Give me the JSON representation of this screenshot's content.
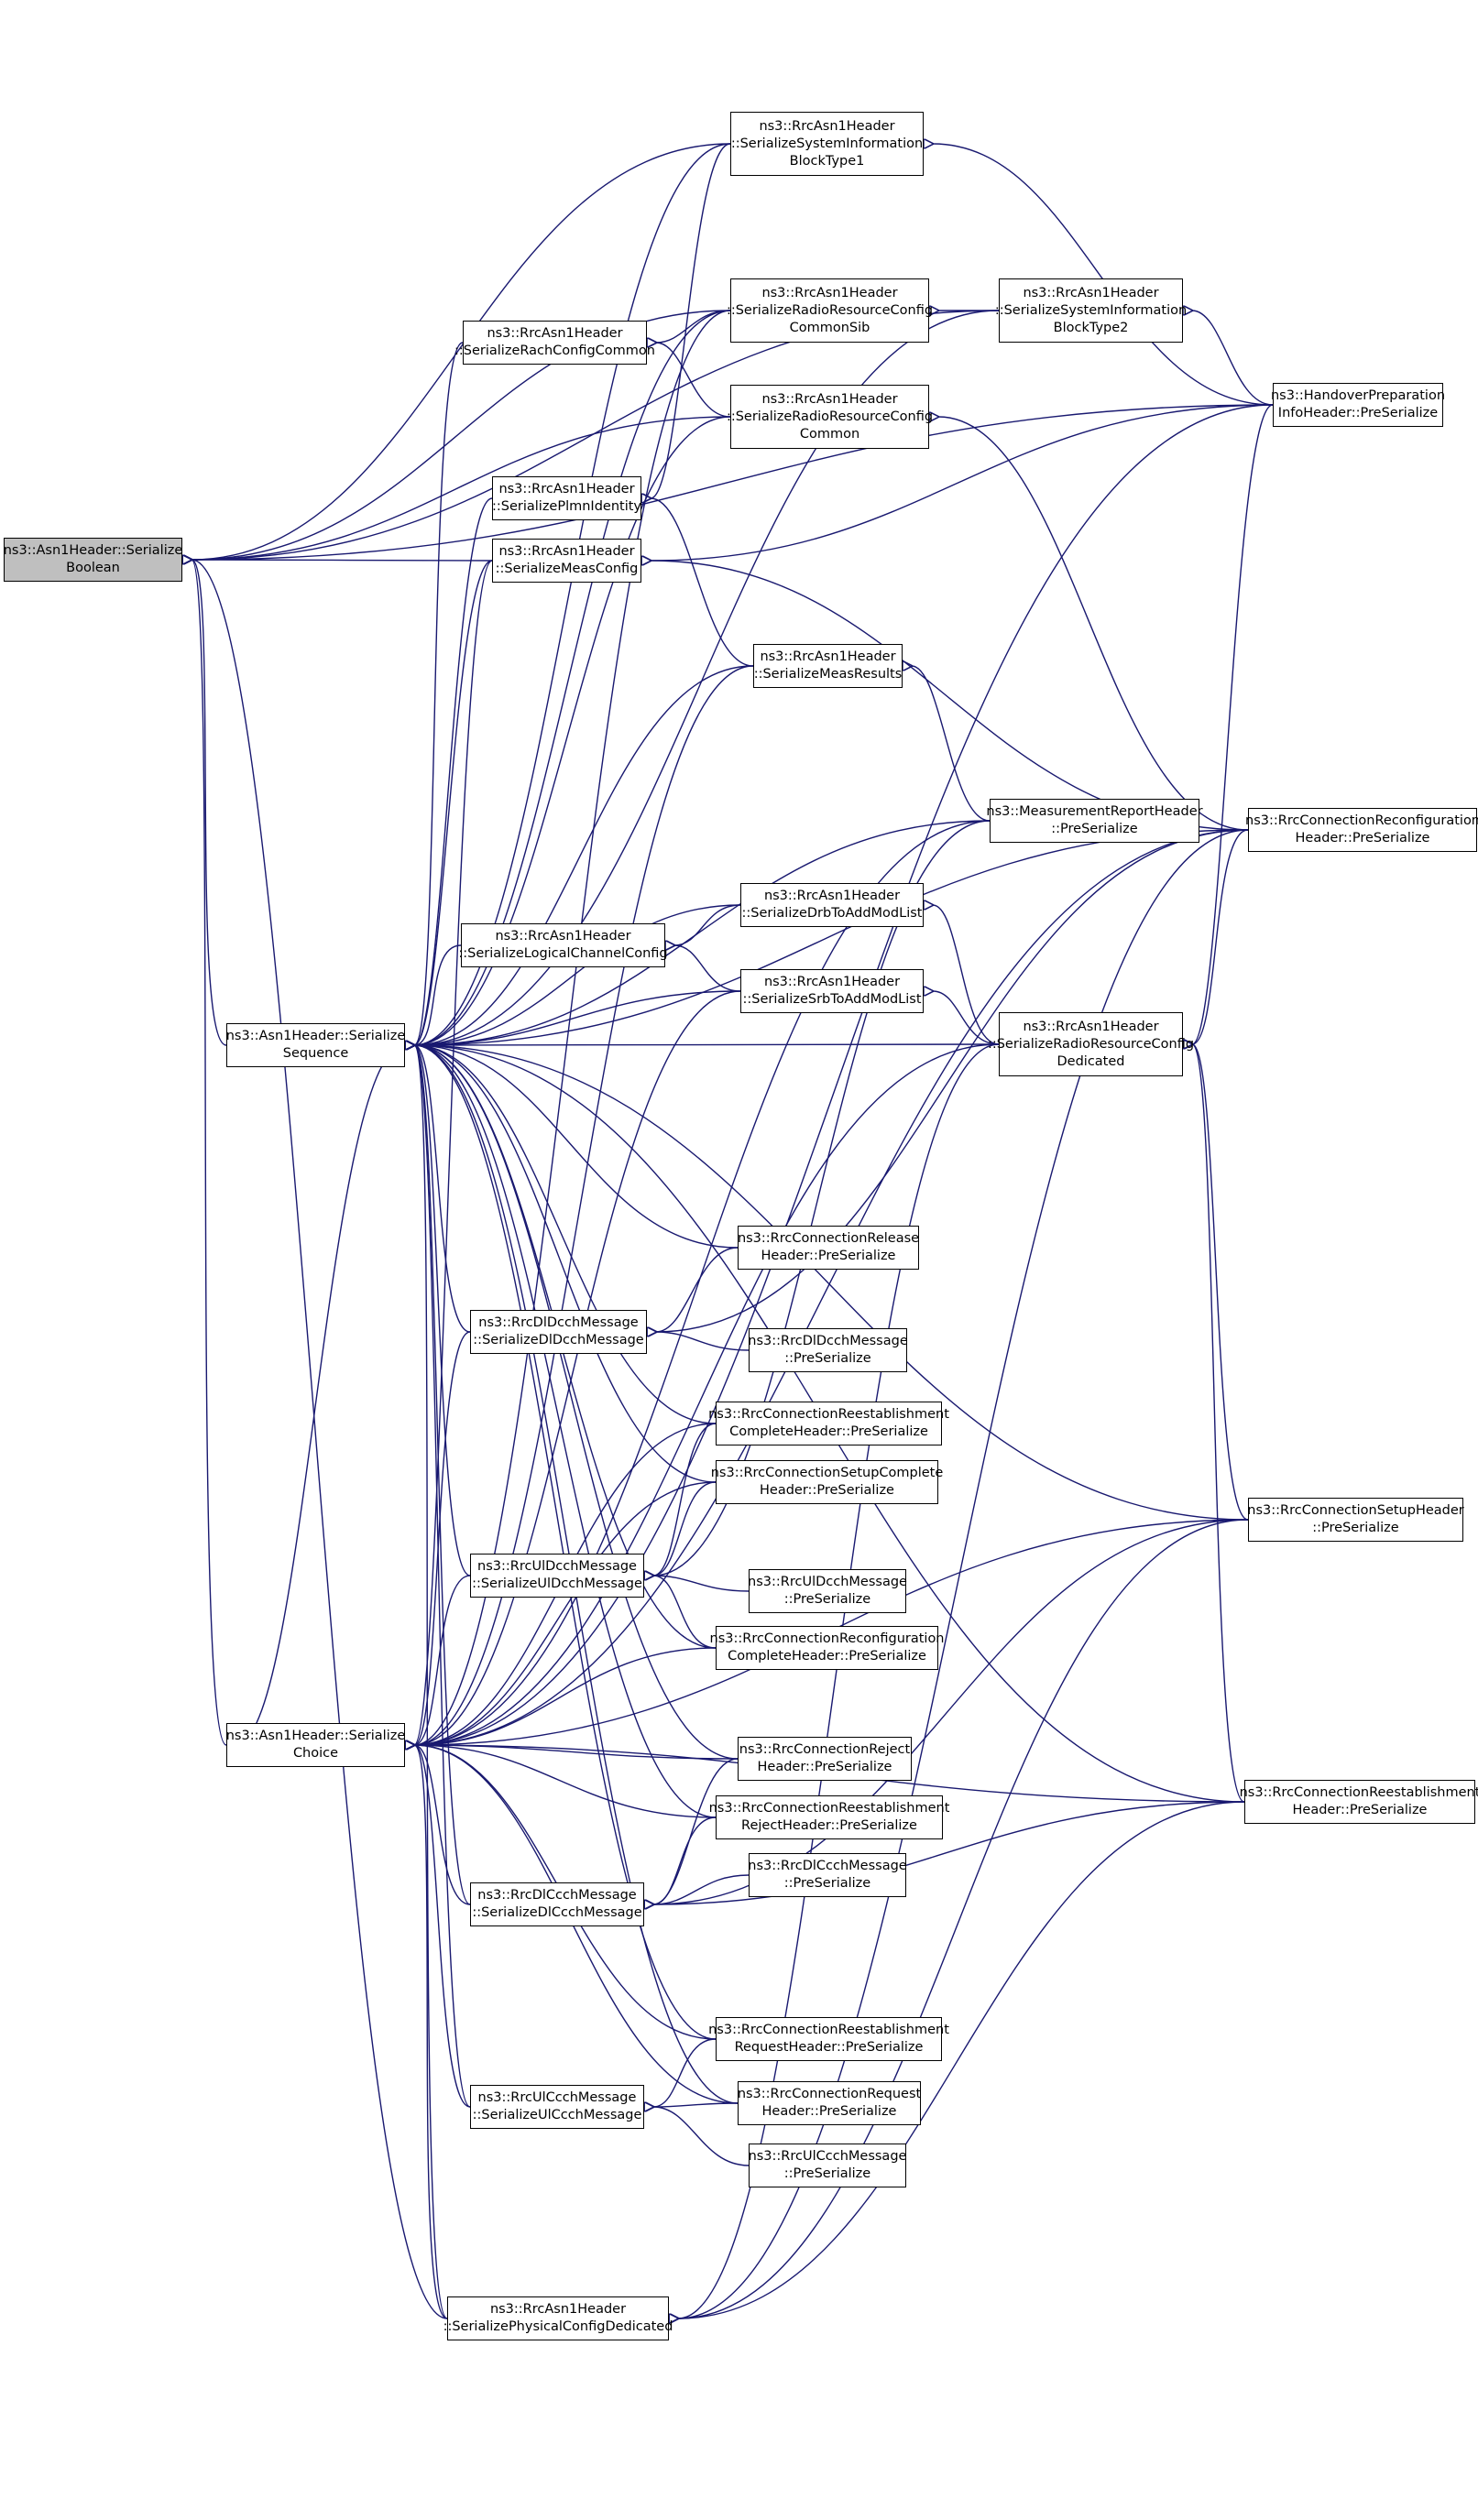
{
  "colors": {
    "edge": "#191970",
    "root_fill": "#bfbfbf",
    "node_border": "#000000"
  },
  "nodes": [
    {
      "id": "bool",
      "root": true,
      "lines": [
        "ns3::Asn1Header::Serialize",
        "Boolean"
      ]
    },
    {
      "id": "seq",
      "lines": [
        "ns3::Asn1Header::Serialize",
        "Sequence"
      ]
    },
    {
      "id": "choice",
      "lines": [
        "ns3::Asn1Header::Serialize",
        "Choice"
      ]
    },
    {
      "id": "sib1",
      "lines": [
        "ns3::RrcAsn1Header",
        "::SerializeSystemInformation",
        "BlockType1"
      ]
    },
    {
      "id": "rrcsib",
      "lines": [
        "ns3::RrcAsn1Header",
        "::SerializeRadioResourceConfig",
        "CommonSib"
      ]
    },
    {
      "id": "sib2",
      "lines": [
        "ns3::RrcAsn1Header",
        "::SerializeSystemInformation",
        "BlockType2"
      ]
    },
    {
      "id": "rach",
      "lines": [
        "ns3::RrcAsn1Header",
        "::SerializeRachConfigCommon"
      ]
    },
    {
      "id": "rrccommon",
      "lines": [
        "ns3::RrcAsn1Header",
        "::SerializeRadioResourceConfig",
        "Common"
      ]
    },
    {
      "id": "handover",
      "lines": [
        "ns3::HandoverPreparation",
        "InfoHeader::PreSerialize"
      ]
    },
    {
      "id": "plmn",
      "lines": [
        "ns3::RrcAsn1Header",
        "::SerializePlmnIdentity"
      ]
    },
    {
      "id": "measconfig",
      "lines": [
        "ns3::RrcAsn1Header",
        "::SerializeMeasConfig"
      ]
    },
    {
      "id": "measresults",
      "lines": [
        "ns3::RrcAsn1Header",
        "::SerializeMeasResults"
      ]
    },
    {
      "id": "measreport",
      "lines": [
        "ns3::MeasurementReportHeader",
        "::PreSerialize"
      ]
    },
    {
      "id": "reconfig",
      "lines": [
        "ns3::RrcConnectionReconfiguration",
        "Header::PreSerialize"
      ]
    },
    {
      "id": "drb",
      "lines": [
        "ns3::RrcAsn1Header",
        "::SerializeDrbToAddModList"
      ]
    },
    {
      "id": "logical",
      "lines": [
        "ns3::RrcAsn1Header",
        "::SerializeLogicalChannelConfig"
      ]
    },
    {
      "id": "srb",
      "lines": [
        "ns3::RrcAsn1Header",
        "::SerializeSrbToAddModList"
      ]
    },
    {
      "id": "rrcded",
      "lines": [
        "ns3::RrcAsn1Header",
        "::SerializeRadioResourceConfig",
        "Dedicated"
      ]
    },
    {
      "id": "release",
      "lines": [
        "ns3::RrcConnectionRelease",
        "Header::PreSerialize"
      ]
    },
    {
      "id": "dldcch",
      "lines": [
        "ns3::RrcDlDcchMessage",
        "::SerializeDlDcchMessage"
      ]
    },
    {
      "id": "dldcchpre",
      "lines": [
        "ns3::RrcDlDcchMessage",
        "::PreSerialize"
      ]
    },
    {
      "id": "reestcomplete",
      "lines": [
        "ns3::RrcConnectionReestablishment",
        "CompleteHeader::PreSerialize"
      ]
    },
    {
      "id": "setupcomplete",
      "lines": [
        "ns3::RrcConnectionSetupComplete",
        "Header::PreSerialize"
      ]
    },
    {
      "id": "setup",
      "lines": [
        "ns3::RrcConnectionSetupHeader",
        "::PreSerialize"
      ]
    },
    {
      "id": "uldcch",
      "lines": [
        "ns3::RrcUlDcchMessage",
        "::SerializeUlDcchMessage"
      ]
    },
    {
      "id": "uldcchpre",
      "lines": [
        "ns3::RrcUlDcchMessage",
        "::PreSerialize"
      ]
    },
    {
      "id": "reconfcomplete",
      "lines": [
        "ns3::RrcConnectionReconfiguration",
        "CompleteHeader::PreSerialize"
      ]
    },
    {
      "id": "reject",
      "lines": [
        "ns3::RrcConnectionReject",
        "Header::PreSerialize"
      ]
    },
    {
      "id": "reest",
      "lines": [
        "ns3::RrcConnectionReestablishment",
        "Header::PreSerialize"
      ]
    },
    {
      "id": "reestreject",
      "lines": [
        "ns3::RrcConnectionReestablishment",
        "RejectHeader::PreSerialize"
      ]
    },
    {
      "id": "dlccchpre",
      "lines": [
        "ns3::RrcDlCcchMessage",
        "::PreSerialize"
      ]
    },
    {
      "id": "dlccch",
      "lines": [
        "ns3::RrcDlCcchMessage",
        "::SerializeDlCcchMessage"
      ]
    },
    {
      "id": "reestrequest",
      "lines": [
        "ns3::RrcConnectionReestablishment",
        "RequestHeader::PreSerialize"
      ]
    },
    {
      "id": "ulccch",
      "lines": [
        "ns3::RrcUlCcchMessage",
        "::SerializeUlCcchMessage"
      ]
    },
    {
      "id": "request",
      "lines": [
        "ns3::RrcConnectionRequest",
        "Header::PreSerialize"
      ]
    },
    {
      "id": "ulccchpre",
      "lines": [
        "ns3::RrcUlCcchMessage",
        "::PreSerialize"
      ]
    },
    {
      "id": "physical",
      "lines": [
        "ns3::RrcAsn1Header",
        "::SerializePhysicalConfigDedicated"
      ]
    }
  ],
  "edges": [
    [
      "bool",
      "sib1"
    ],
    [
      "bool",
      "rrcsib"
    ],
    [
      "bool",
      "sib2"
    ],
    [
      "bool",
      "rrccommon"
    ],
    [
      "bool",
      "measconfig"
    ],
    [
      "bool",
      "handover"
    ],
    [
      "bool",
      "seq"
    ],
    [
      "bool",
      "choice"
    ],
    [
      "bool",
      "physical"
    ],
    [
      "seq",
      "sib1"
    ],
    [
      "seq",
      "rrcsib"
    ],
    [
      "seq",
      "sib2"
    ],
    [
      "seq",
      "rach"
    ],
    [
      "seq",
      "rrccommon"
    ],
    [
      "seq",
      "plmn"
    ],
    [
      "seq",
      "measconfig"
    ],
    [
      "seq",
      "measresults"
    ],
    [
      "seq",
      "measreport"
    ],
    [
      "seq",
      "reconfig"
    ],
    [
      "seq",
      "drb"
    ],
    [
      "seq",
      "logical"
    ],
    [
      "seq",
      "srb"
    ],
    [
      "seq",
      "rrcded"
    ],
    [
      "seq",
      "release"
    ],
    [
      "seq",
      "dldcch"
    ],
    [
      "seq",
      "reestcomplete"
    ],
    [
      "seq",
      "setupcomplete"
    ],
    [
      "seq",
      "uldcch"
    ],
    [
      "seq",
      "reconfcomplete"
    ],
    [
      "seq",
      "reject"
    ],
    [
      "seq",
      "reestreject"
    ],
    [
      "seq",
      "setup"
    ],
    [
      "seq",
      "reest"
    ],
    [
      "seq",
      "dlccch"
    ],
    [
      "seq",
      "reestrequest"
    ],
    [
      "seq",
      "ulccch"
    ],
    [
      "seq",
      "request"
    ],
    [
      "seq",
      "physical"
    ],
    [
      "choice",
      "seq"
    ],
    [
      "choice",
      "measconfig"
    ],
    [
      "choice",
      "rrcsib"
    ],
    [
      "choice",
      "measresults"
    ],
    [
      "choice",
      "srb"
    ],
    [
      "choice",
      "dldcch"
    ],
    [
      "choice",
      "uldcch"
    ],
    [
      "choice",
      "reestcomplete"
    ],
    [
      "choice",
      "setupcomplete"
    ],
    [
      "choice",
      "reconfcomplete"
    ],
    [
      "choice",
      "reject"
    ],
    [
      "choice",
      "reestreject"
    ],
    [
      "choice",
      "dlccch"
    ],
    [
      "choice",
      "reestrequest"
    ],
    [
      "choice",
      "ulccch"
    ],
    [
      "choice",
      "request"
    ],
    [
      "choice",
      "physical"
    ],
    [
      "choice",
      "measreport"
    ],
    [
      "choice",
      "handover"
    ],
    [
      "choice",
      "reconfig"
    ],
    [
      "choice",
      "reest"
    ],
    [
      "choice",
      "rrcded"
    ],
    [
      "choice",
      "setup"
    ],
    [
      "sib1",
      "handover"
    ],
    [
      "rrcsib",
      "sib2"
    ],
    [
      "sib2",
      "handover"
    ],
    [
      "rach",
      "rrcsib"
    ],
    [
      "rach",
      "rrccommon"
    ],
    [
      "rrccommon",
      "reconfig"
    ],
    [
      "plmn",
      "sib1"
    ],
    [
      "plmn",
      "measresults"
    ],
    [
      "measconfig",
      "handover"
    ],
    [
      "measconfig",
      "reconfig"
    ],
    [
      "measresults",
      "measreport"
    ],
    [
      "drb",
      "rrcded"
    ],
    [
      "logical",
      "drb"
    ],
    [
      "logical",
      "srb"
    ],
    [
      "srb",
      "rrcded"
    ],
    [
      "rrcded",
      "handover"
    ],
    [
      "rrcded",
      "reconfig"
    ],
    [
      "rrcded",
      "setup"
    ],
    [
      "rrcded",
      "reest"
    ],
    [
      "dldcch",
      "release"
    ],
    [
      "dldcch",
      "dldcchpre"
    ],
    [
      "dldcch",
      "reconfig"
    ],
    [
      "uldcch",
      "reestcomplete"
    ],
    [
      "uldcch",
      "setupcomplete"
    ],
    [
      "uldcch",
      "uldcchpre"
    ],
    [
      "uldcch",
      "reconfcomplete"
    ],
    [
      "uldcch",
      "measreport"
    ],
    [
      "dlccch",
      "reject"
    ],
    [
      "dlccch",
      "reestreject"
    ],
    [
      "dlccch",
      "dlccchpre"
    ],
    [
      "dlccch",
      "setup"
    ],
    [
      "dlccch",
      "reest"
    ],
    [
      "ulccch",
      "reestrequest"
    ],
    [
      "ulccch",
      "request"
    ],
    [
      "ulccch",
      "ulccchpre"
    ],
    [
      "physical",
      "rrcded"
    ],
    [
      "physical",
      "reconfig"
    ],
    [
      "physical",
      "setup"
    ],
    [
      "physical",
      "reest"
    ]
  ]
}
